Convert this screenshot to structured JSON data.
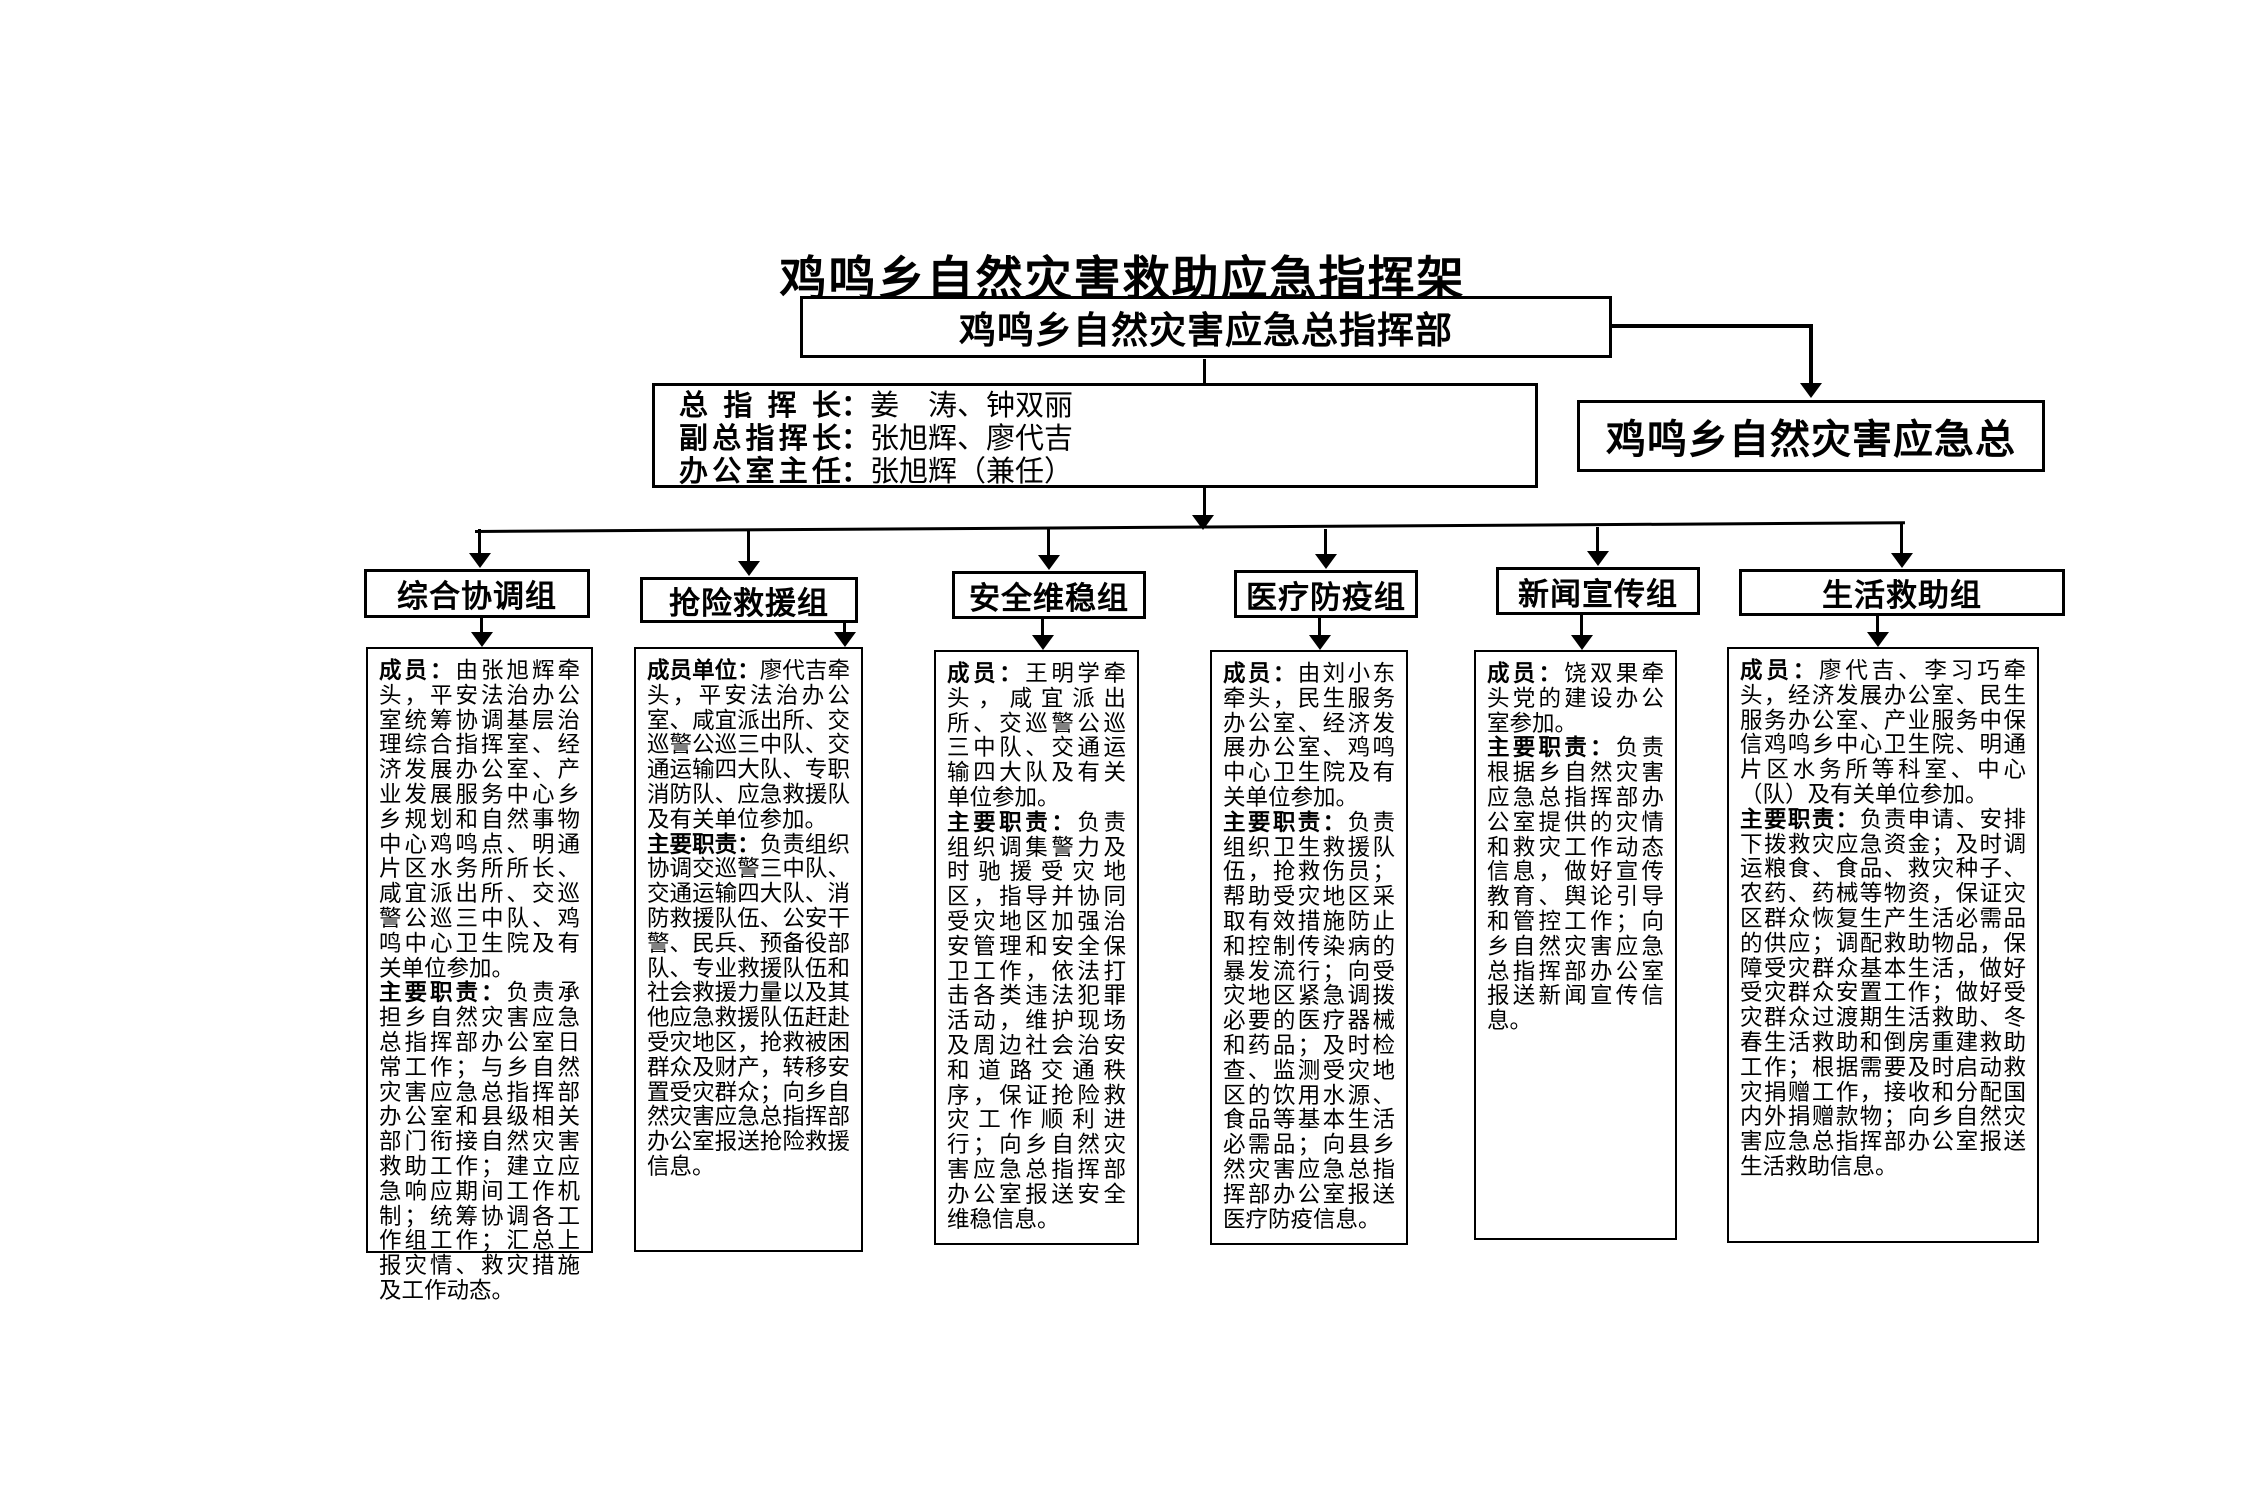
{
  "page": {
    "title": "鸡鸣乡自然灾害救助应急指挥架"
  },
  "headquarters": {
    "label": "鸡鸣乡自然灾害应急总指挥部"
  },
  "side_box": {
    "label": "鸡鸣乡自然灾害应急总"
  },
  "leadership": {
    "colon": "：",
    "rows": [
      {
        "label": "总指挥长",
        "value": "姜　涛、钟双丽"
      },
      {
        "label": "副总指挥长",
        "value": "张旭辉、廖代吉"
      },
      {
        "label": "办公室主任",
        "value": "张旭辉（兼任）"
      }
    ]
  },
  "groups": [
    {
      "name": "综合协调组",
      "member_label": "成员：",
      "members": "由张旭辉牵头，平安法治办公室统筹协调基层治理综合指挥室、经济发展办公室、产业发展服务中心乡乡规划和自然事物中心鸡鸣点、明通片区水务所所长、咸宜派出所、交巡警公巡三中队、鸡鸣中心卫生院及有关单位参加。",
      "duty_label": "主要职责：",
      "duties": "负责承担乡自然灾害应急总指挥部办公室日常工作；与乡自然灾害应急总指挥部办公室和县级相关部门衔接自然灾害救助工作；建立应急响应期间工作机制；统筹协调各工作组工作；汇总上报灾情、救灾措施及工作动态。"
    },
    {
      "name": "抢险救援组",
      "member_label": "成员单位：",
      "members": "廖代吉牵头，平安法治办公室、咸宜派出所、交巡警公巡三中队、交通运输四大队、专职消防队、应急救援队及有关单位参加。",
      "duty_label": "主要职责：",
      "duties": "负责组织协调交巡警三中队、交通运输四大队、消防救援队伍、公安干警、民兵、预备役部队、专业救援队伍和社会救援力量以及其他应急救援队伍赶赴受灾地区，抢救被困群众及财产，转移安置受灾群众；向乡自然灾害应急总指挥部办公室报送抢险救援信息。"
    },
    {
      "name": "安全维稳组",
      "member_label": "成员：",
      "members": "王明学牵头，咸宜派出所、交巡警公巡三中队、交通运输四大队及有关单位参加。",
      "duty_label": "主要职责：",
      "duties": "负责组织调集警力及时驰援受灾地区，指导并协同受灾地区加强治安管理和安全保卫工作，依法打击各类违法犯罪活动，维护现场及周边社会治安和道路交通秩序，保证抢险救灾工作顺利进行；向乡自然灾害应急总指挥部办公室报送安全维稳信息。"
    },
    {
      "name": "医疗防疫组",
      "member_label": "成员：",
      "members": "由刘小东牵头，民生服务办公室、经济发展办公室、鸡鸣中心卫生院及有关单位参加。",
      "duty_label": "主要职责：",
      "duties": "负责组织卫生救援队伍，抢救伤员；帮助受灾地区采取有效措施防止和控制传染病的暴发流行；向受灾地区紧急调拨必要的医疗器械和药品；及时检查、监测受灾地区的饮用水源、食品等基本生活必需品；向县乡然灾害应急总指挥部办公室报送医疗防疫信息。"
    },
    {
      "name": "新闻宣传组",
      "member_label": "成员：",
      "members": "饶双果牵头党的建设办公室参加。",
      "duty_label": "主要职责：",
      "duties": "负责根据乡自然灾害应急总指挥部办公室提供的灾情和救灾工作动态信息，做好宣传教育、舆论引导和管控工作；向乡自然灾害应急总指挥部办公室报送新闻宣传信息。"
    },
    {
      "name": "生活救助组",
      "member_label": "成员：",
      "members": "廖代吉、李习巧牵头，经济发展办公室、民生服务办公室、产业服务中保信鸡鸣乡中心卫生院、明通片区水务所等科室、中心（队）及有关单位参加。",
      "duty_label": "主要职责：",
      "duties": "负责申请、安排下拨救灾应急资金；及时调运粮食、食品、救灾种子、农药、药械等物资，保证灾区群众恢复生产生活必需品的供应；调配救助物品，保障受灾群众基本生活，做好受灾群众安置工作；做好受灾群众过渡期生活救助、冬春生活救助和倒房重建救助工作；根据需要及时启动救灾捐赠工作，接收和分配国内外捐赠款物；向乡自然灾害应急总指挥部办公室报送生活救助信息。"
    }
  ]
}
